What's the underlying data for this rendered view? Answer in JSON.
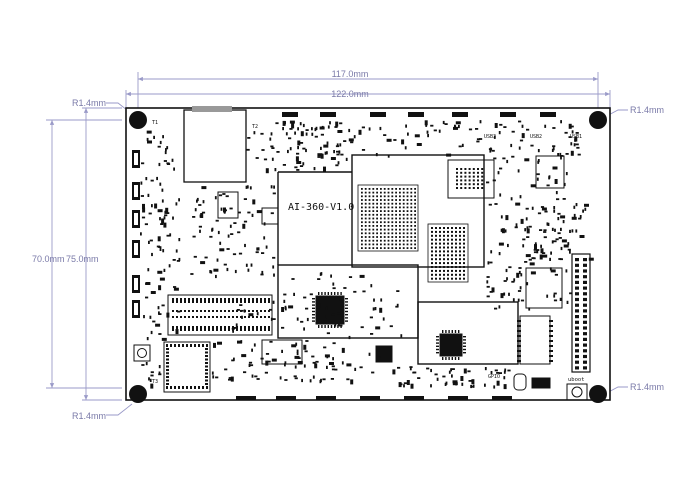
{
  "dimensions": {
    "width_inner": "117.0mm",
    "width_outer": "122.0mm",
    "height_inner": "70.0mm",
    "height_outer": "75.0mm",
    "radius_top_left": "R1.4mm",
    "radius_top_right": "R1.4mm",
    "radius_bottom_left": "R1.4mm",
    "radius_bottom_right": "R1.4mm"
  },
  "board": {
    "name": "AI-360-V1.0",
    "labels": {
      "t1": "T1",
      "t2": "T2",
      "t3": "T3",
      "usb1": "USB1",
      "usb2": "USB2",
      "usb3": "USB3",
      "uboot": "uboot",
      "gpio": "GPIO"
    }
  }
}
